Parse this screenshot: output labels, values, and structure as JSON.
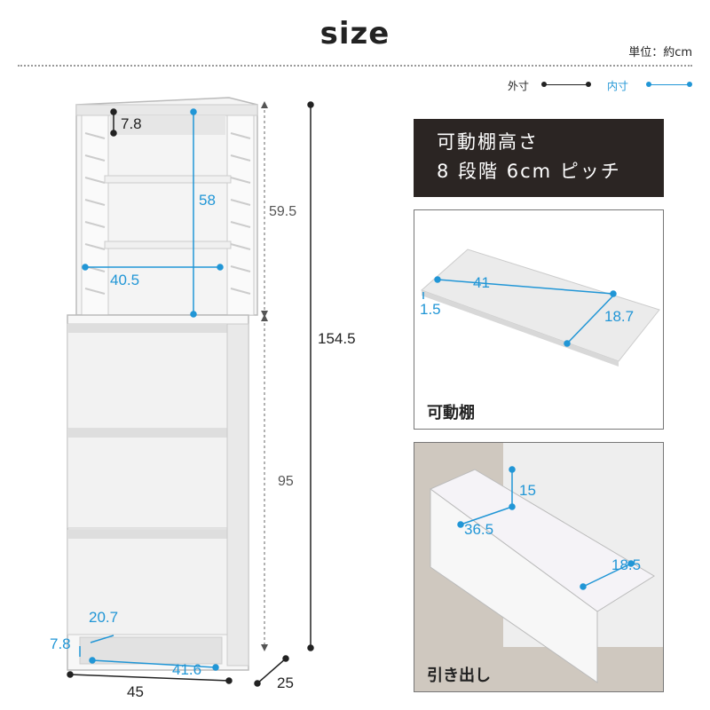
{
  "title": "size",
  "unit_label": "単位：約cm",
  "legend": {
    "outer": "外寸",
    "inner": "内寸"
  },
  "colors": {
    "outer_line": "#222222",
    "inner_line": "#2196d6",
    "banner_bg": "#2b2523"
  },
  "main_dims": {
    "top_gap": "7.8",
    "shelf_inner_height": "58",
    "shelf_inner_width": "40.5",
    "upper_height": "59.5",
    "total_height": "154.5",
    "lower_height": "95",
    "base_opening_width": "20.7",
    "base_opening_height": "7.8",
    "base_inner_width": "41.6",
    "outer_width": "45",
    "outer_depth": "25"
  },
  "banner": {
    "line1": "可動棚高さ",
    "line2": "8 段階 6cm ピッチ"
  },
  "shelf_panel": {
    "caption": "可動棚",
    "width": "41",
    "thickness": "1.5",
    "depth": "18.7"
  },
  "drawer_panel": {
    "caption": "引き出し",
    "height": "15",
    "width": "36.5",
    "depth": "18.5"
  }
}
